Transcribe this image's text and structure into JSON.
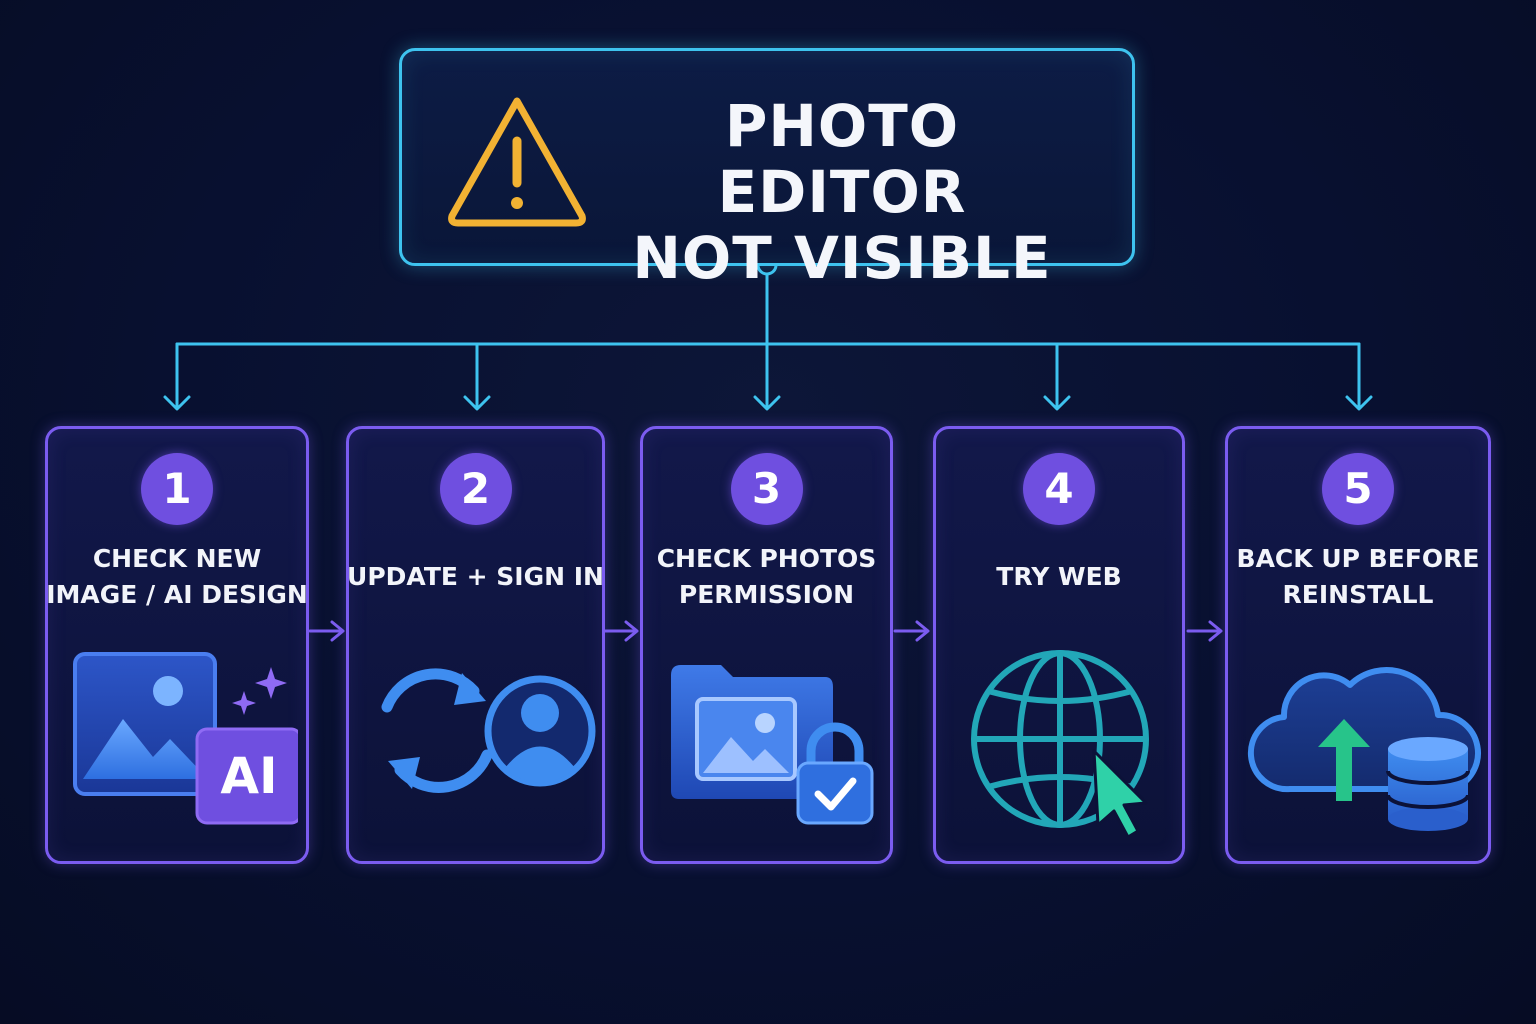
{
  "title": {
    "line1": "PHOTO EDITOR",
    "line2": "NOT VISIBLE",
    "icon": "warning-icon"
  },
  "steps": [
    {
      "number": "1",
      "line1": "CHECK NEW",
      "line2": "IMAGE / AI DESIGN",
      "icon": "image-ai-icon",
      "badge": "AI"
    },
    {
      "number": "2",
      "line1": "UPDATE + SIGN IN",
      "line2": "",
      "icon": "sync-user-icon"
    },
    {
      "number": "3",
      "line1": "CHECK PHOTOS",
      "line2": "PERMISSION",
      "icon": "folder-lock-icon"
    },
    {
      "number": "4",
      "line1": "TRY WEB",
      "line2": "",
      "icon": "globe-cursor-icon"
    },
    {
      "number": "5",
      "line1": "BACK UP BEFORE",
      "line2": "REINSTALL",
      "icon": "cloud-backup-icon"
    }
  ],
  "colors": {
    "background": "#081030",
    "title_border": "#3ec3ef",
    "card_border": "#7b5cf0",
    "warning": "#f2b233",
    "badge": "#6f4fe0",
    "icon_blue": "#3f8df0",
    "icon_teal": "#27c4b0"
  }
}
